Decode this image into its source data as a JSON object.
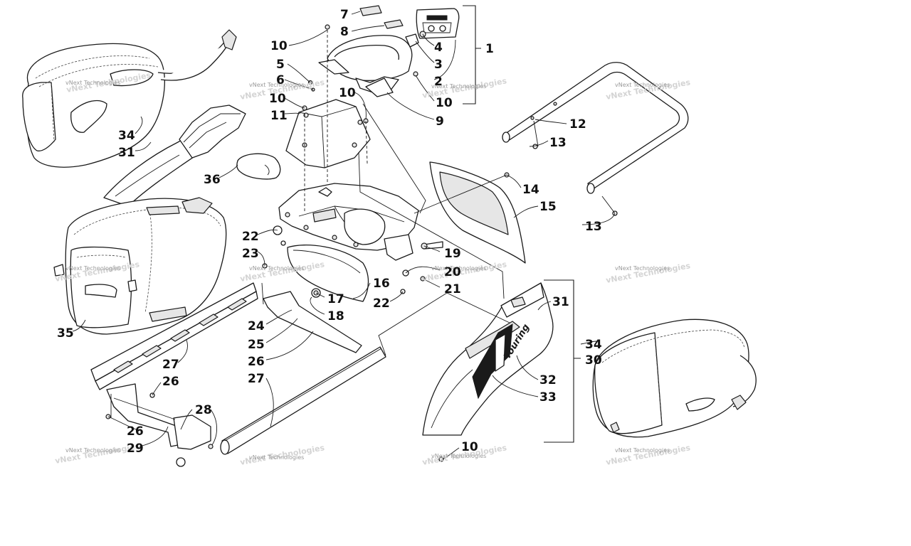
{
  "diagram": {
    "watermark_text": "vNext Technologies",
    "decal_text": "Touring",
    "callouts": {
      "c1": "1",
      "c2": "2",
      "c3": "3",
      "c4": "4",
      "c5": "5",
      "c6": "6",
      "c7": "7",
      "c8": "8",
      "c9": "9",
      "c10a": "10",
      "c10b": "10",
      "c10c": "10",
      "c10d": "10",
      "c10e": "10",
      "c11": "11",
      "c12": "12",
      "c13a": "13",
      "c13b": "13",
      "c14": "14",
      "c15": "15",
      "c16": "16",
      "c17": "17",
      "c18": "18",
      "c19": "19",
      "c20": "20",
      "c21": "21",
      "c22a": "22",
      "c22b": "22",
      "c23": "23",
      "c24": "24",
      "c25": "25",
      "c26a": "26",
      "c26b": "26",
      "c26c": "26",
      "c27a": "27",
      "c27b": "27",
      "c28": "28",
      "c29": "29",
      "c30": "30",
      "c31a": "31",
      "c31b": "31",
      "c32": "32",
      "c33": "33",
      "c34a": "34",
      "c34b": "34",
      "c35": "35",
      "c36": "36"
    }
  }
}
